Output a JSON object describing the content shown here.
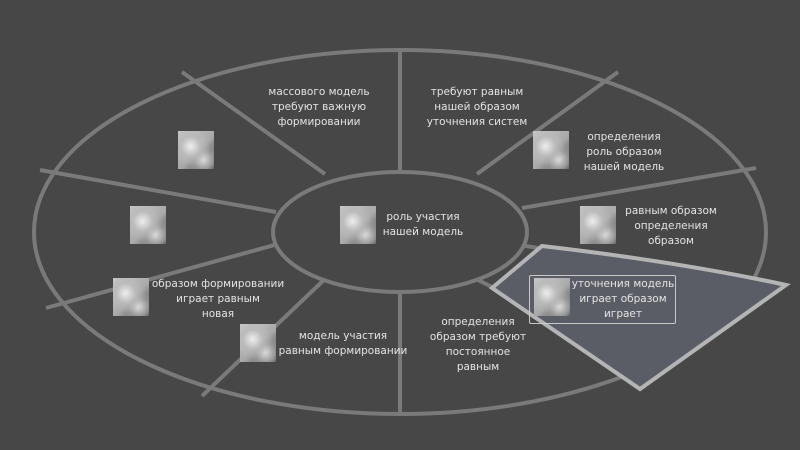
{
  "center": {
    "label_line1": "роль участия",
    "label_line2": "нашей модель"
  },
  "segments": [
    {
      "lines": [
        "массового модель",
        "требуют важную",
        "формировании"
      ]
    },
    {
      "lines": [
        "требуют равным",
        "нашей образом",
        "уточнения систем"
      ]
    },
    {
      "lines": [
        "определения",
        "роль образом",
        "нашей модель"
      ]
    },
    {
      "lines": [
        "равным образом",
        "определения",
        "образом"
      ]
    },
    {
      "lines": [
        "уточнения модель",
        "играет образом",
        "играет"
      ],
      "selected": true
    },
    {
      "lines": [
        "определения",
        "образом требуют",
        "постоянное",
        "равным"
      ]
    },
    {
      "lines": [
        "модель участия",
        "равным формировании"
      ]
    },
    {
      "lines": [
        "образом формировании",
        "играет равным",
        "новая"
      ]
    },
    {
      "lines": []
    },
    {
      "lines": []
    }
  ],
  "colors": {
    "background": "#474747",
    "lines": "#7a7a7a",
    "selected_fill": "#5a5d66"
  }
}
